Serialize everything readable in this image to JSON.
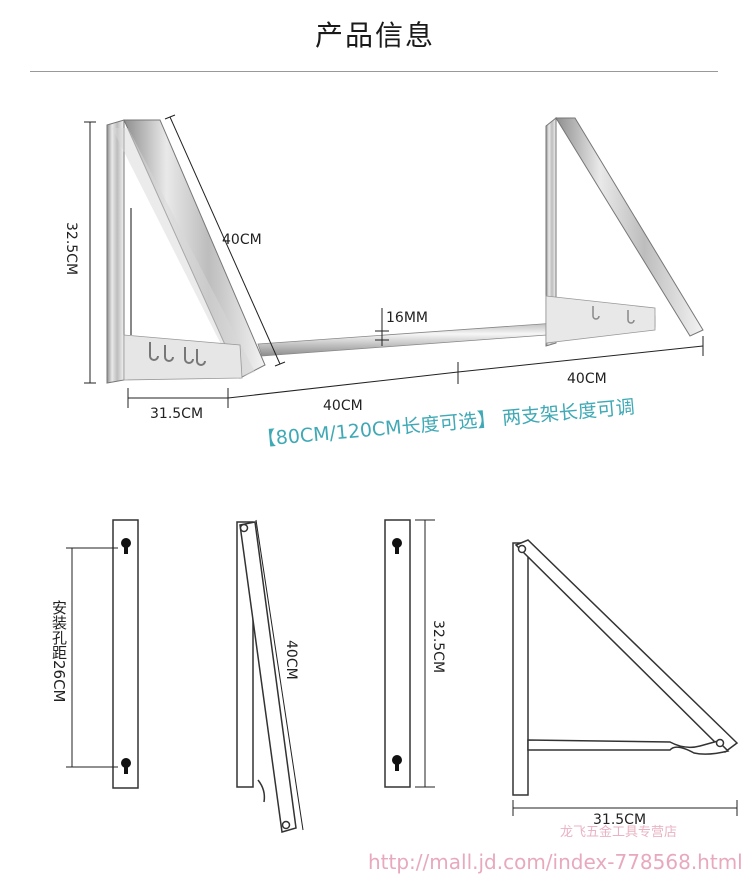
{
  "title": "产品信息",
  "top_diagram": {
    "height_label": "32.5CM",
    "arm_length_label": "40CM",
    "rod_diameter_label": "16MM",
    "depth_label": "31.5CM",
    "span_left_label": "40CM",
    "span_right_label": "40CM"
  },
  "note": "【80CM/120CM长度可选】 两支架长度可调",
  "bottom_diagrams": {
    "hole_distance_label": "安装孔距26CM",
    "folded_arm_label": "40CM",
    "plate_height_label": "32.5CM",
    "bracket_depth_label": "31.5CM"
  },
  "watermark": {
    "shop": "龙飞五金工具专营店",
    "url": "http://mall.jd.com/index-778568.html"
  },
  "colors": {
    "teal_note": "#3fa9b5",
    "watermark_pink": "#e8a9bd"
  }
}
